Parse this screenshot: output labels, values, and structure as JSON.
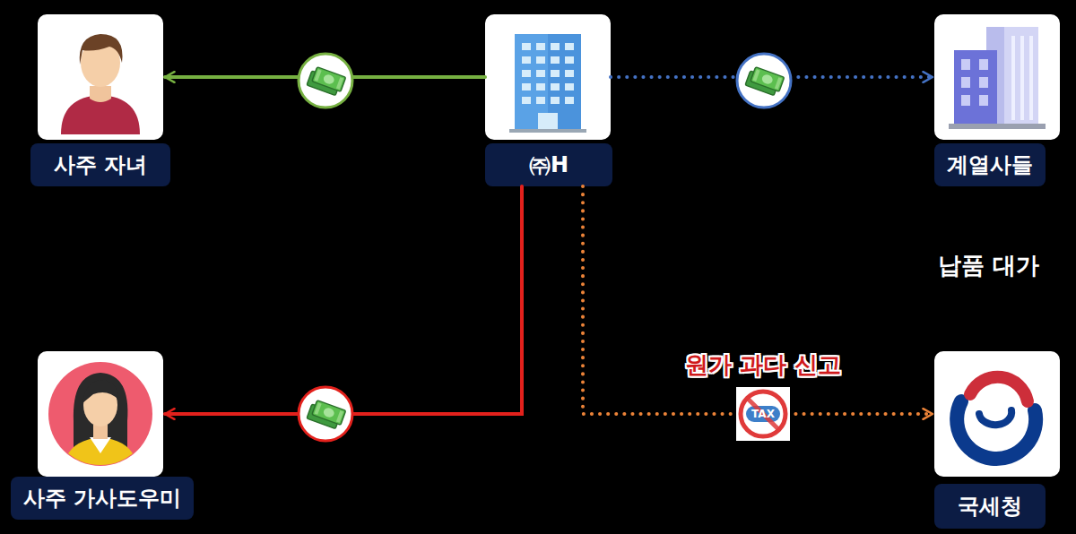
{
  "diagram": {
    "nodes": [
      {
        "text": [
          "사주 자녀"
        ]
      },
      {
        "text": [
          "㈜H"
        ]
      },
      {
        "text": [
          "계열사들"
        ]
      },
      {
        "text": [
          "사주 가사도우미"
        ]
      },
      {
        "text": [
          "국세청"
        ]
      }
    ],
    "edges": [
      {
        "from": 1,
        "to": 0,
        "arrow": "to"
      },
      {
        "from": 1,
        "to": 2,
        "arrow": "to"
      },
      {
        "from": 1,
        "to": 3,
        "arrow": "to"
      },
      {
        "from": 1,
        "to": 4,
        "arrow": "to",
        "label": "원가 과다 신고"
      }
    ],
    "labels": [
      "납품 대가",
      "TAX"
    ]
  }
}
